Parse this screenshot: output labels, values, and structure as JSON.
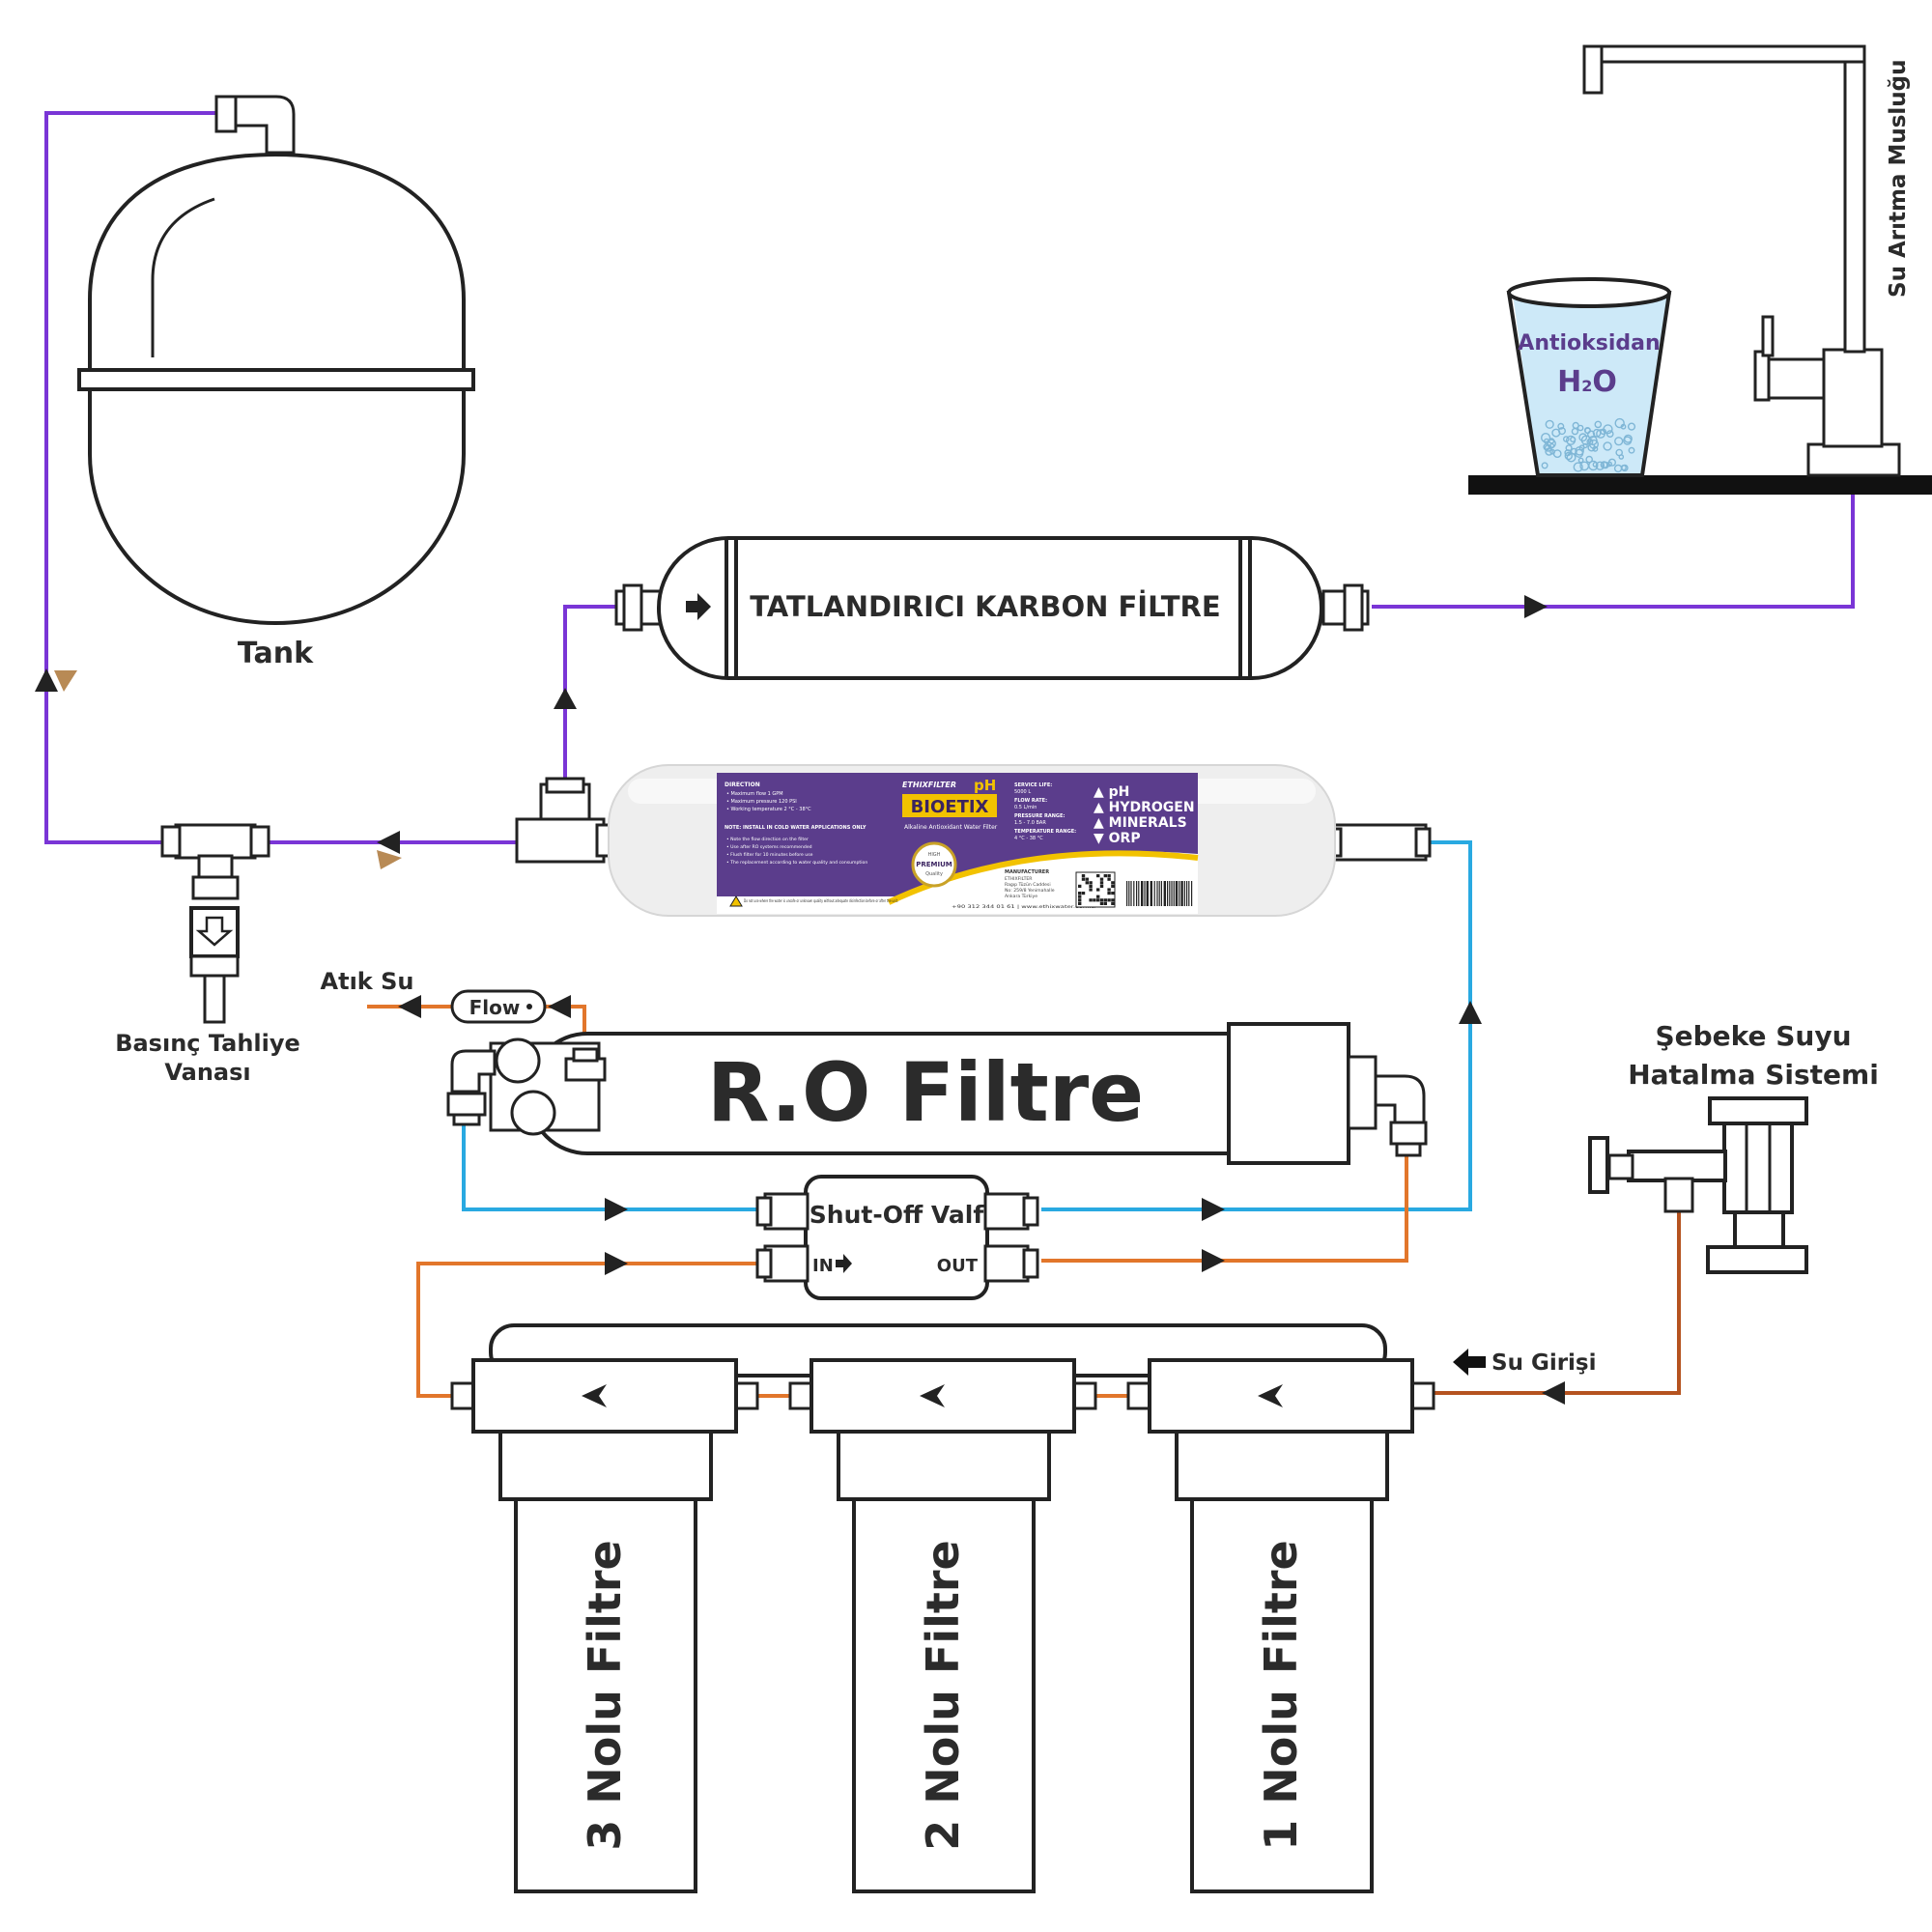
{
  "colors": {
    "purple": "#7a35d6",
    "blue": "#29a9e1",
    "orange": "#e2762b",
    "brown": "#b5531f",
    "outline": "#222222",
    "label": "#2b2b2b",
    "label_purple": "#5b3d8c",
    "label_yellow": "#f2c200",
    "glass_water": "#cde9f8"
  },
  "labels": {
    "tank": "Tank",
    "faucet": "Su Arıtma Musluğu",
    "glass_line1": "Antioksidan",
    "glass_line2_h": "H",
    "glass_line2_sub": "2",
    "glass_line2_o": "O",
    "carbon_filter": "TATLANDIRICI KARBON FİLTRE",
    "pressure_valve_line1": "Basınç Tahliye",
    "pressure_valve_line2": "Vanası",
    "waste_water": "Atık Su",
    "flow": "Flow",
    "ro_filter": "R.O Filtre",
    "mains_line1": "Şebeke Suyu",
    "mains_line2": "Hatalma Sistemi",
    "shutoff": "Shut-Off Valf",
    "shutoff_in": "IN",
    "shutoff_out": "OUT",
    "water_inlet": "Su Girişi",
    "filter3": "3 Nolu Filtre",
    "filter2": "2 Nolu Filtre",
    "filter1": "1 Nolu Filtre"
  },
  "bioetix": {
    "brand": "ETHIXFILTER",
    "name": "BIOETIX",
    "ph": "pH",
    "subtitle": "Alkaline Antioxidant Water Filter",
    "direction_title": "DIRECTION",
    "direction_lines": [
      "• Maximum flow 1 GPM",
      "• Maximum pressure 120 PSI",
      "• Working temperature 2 °C - 38°C"
    ],
    "note_title": "NOTE: INSTALL IN COLD WATER APPLICATIONS ONLY",
    "note_lines": [
      "• Note the flow direction on the filter",
      "• Use after RO systems recommended",
      "• Flush filter for 10 minutes before use",
      "• The replacement according to water quality and consumption"
    ],
    "warning": "Do not use where the water is unsafe or unknown quality without adequate disinfection before or after the unit.",
    "specs": [
      {
        "title": "SERVICE LIFE:",
        "value": "5000 L"
      },
      {
        "title": "FLOW RATE:",
        "value": "0.5 L/min"
      },
      {
        "title": "PRESSURE RANGE:",
        "value": "1.5 - 7.0 BAR"
      },
      {
        "title": "TEMPERATURE RANGE:",
        "value": "4 °C - 38 °C"
      }
    ],
    "benefits": [
      "▲ pH",
      "▲ HYDROGEN",
      "▲ MINERALS",
      "▼ ORP"
    ],
    "badge_line1": "HIGH",
    "badge_line2": "PREMIUM",
    "badge_line3": "Quality",
    "manufacturer_title": "MANUFACTURER",
    "manufacturer_lines": [
      "ETHIXFILTER",
      "Ragıp Tüzün Caddesi",
      "No: 259/8 Yenimahalle",
      "Ankara Türkiye"
    ],
    "contact": "+90 312 344 01 61 | www.ethixwater.com.tr"
  }
}
